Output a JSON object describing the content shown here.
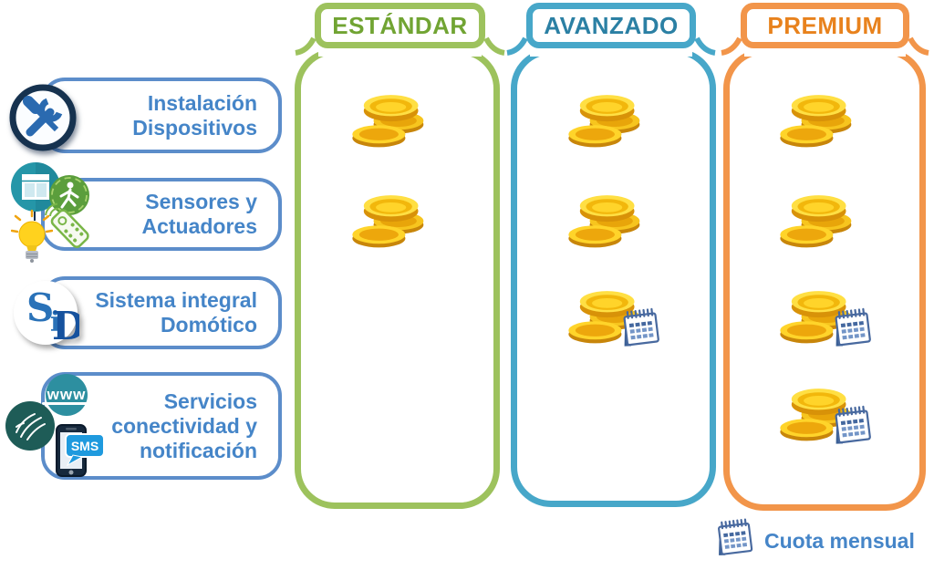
{
  "legend": {
    "label": "Cuota mensual",
    "icon": "calendar-icon"
  },
  "features": [
    {
      "id": "instalacion",
      "label_lines": [
        "Instalación",
        "Dispositivos"
      ],
      "icons": [
        "tools-icon"
      ]
    },
    {
      "id": "sensores",
      "label_lines": [
        "Sensores y",
        "Actuadores"
      ],
      "icons": [
        "window-blind-icon",
        "motion-sensor-icon",
        "remote-control-icon",
        "lightbulb-icon"
      ]
    },
    {
      "id": "sid",
      "label_lines": [
        "Sistema integral",
        "Domótico"
      ],
      "icons": [
        "sid-logo"
      ]
    },
    {
      "id": "servicios",
      "label_lines": [
        "Servicios",
        "conectividad y",
        "notificación"
      ],
      "icons": [
        "www-globe-icon",
        "hand-icon",
        "sms-phone-icon"
      ]
    }
  ],
  "plans": [
    {
      "name": "ESTÁNDAR",
      "text_color": "#71a433",
      "border_color": "#9dc25d",
      "cells": [
        {
          "coins": true,
          "monthly_fee": false
        },
        {
          "coins": true,
          "monthly_fee": false
        },
        {
          "coins": false,
          "monthly_fee": false
        },
        {
          "coins": false,
          "monthly_fee": false
        }
      ]
    },
    {
      "name": "AVANZADO",
      "text_color": "#2b80a4",
      "border_color": "#47a7c9",
      "cells": [
        {
          "coins": true,
          "monthly_fee": false
        },
        {
          "coins": true,
          "monthly_fee": false
        },
        {
          "coins": true,
          "monthly_fee": true
        },
        {
          "coins": false,
          "monthly_fee": false
        }
      ]
    },
    {
      "name": "PREMIUM",
      "text_color": "#e8821d",
      "border_color": "#f2954a",
      "cells": [
        {
          "coins": true,
          "monthly_fee": false
        },
        {
          "coins": true,
          "monthly_fee": false
        },
        {
          "coins": true,
          "monthly_fee": true
        },
        {
          "coins": true,
          "monthly_fee": true
        }
      ]
    }
  ],
  "icon_texts": {
    "sid_s": "S",
    "sid_i": "i",
    "sid_d": "D",
    "www": "www",
    "sms": "SMS"
  },
  "colors": {
    "row_border": "#5c8dca",
    "row_text": "#4585c8",
    "coin_gold": "#ffd42a",
    "coin_rim": "#c8860a",
    "calendar_blue": "#48699f",
    "legend_text": "#4585c8"
  }
}
